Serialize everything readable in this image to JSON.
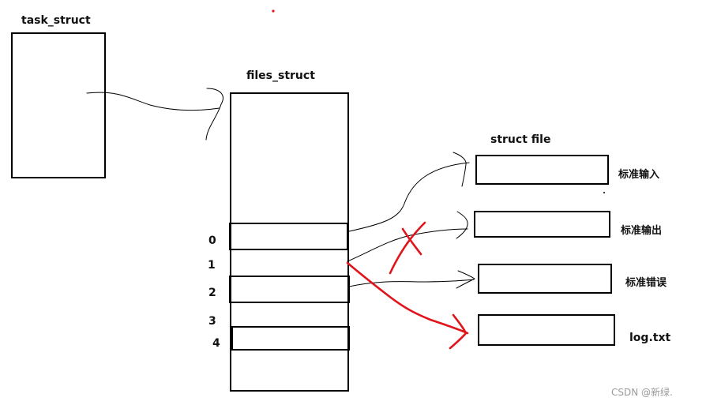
{
  "labels": {
    "task_struct": "task_struct",
    "files_struct": "files_struct",
    "struct_file": "struct file"
  },
  "fd_indices": [
    "0",
    "1",
    "2",
    "3",
    "4"
  ],
  "files": {
    "stdin": "标准输入",
    "stdout": "标准输出",
    "stderr": "标准错误",
    "log": "log.txt"
  },
  "watermark": "CSDN @新绿.",
  "colors": {
    "stroke": "#000000",
    "annotation": "#e0151b"
  }
}
